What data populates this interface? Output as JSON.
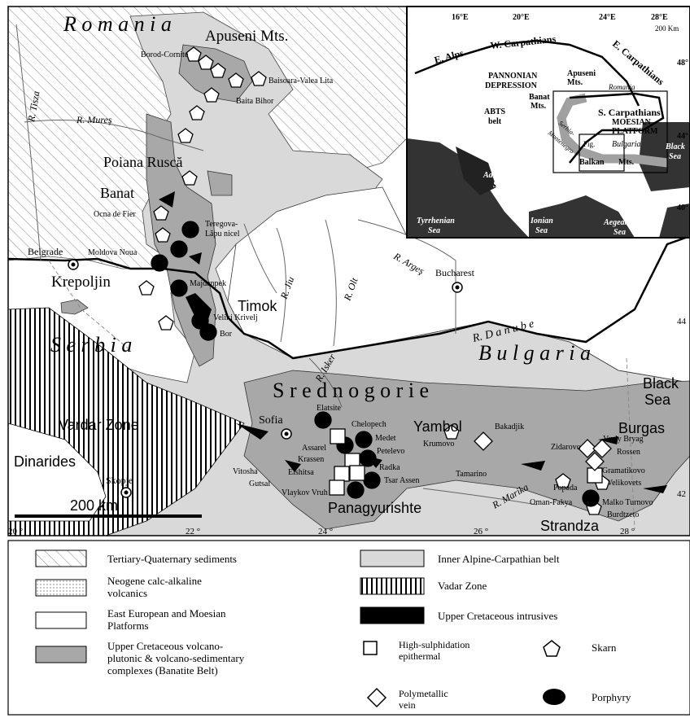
{
  "map": {
    "countries": {
      "romania": "R o m a n i a",
      "serbia": "S e r b i a",
      "bulgaria": "B u l g a r i a"
    },
    "regions": {
      "apuseni": "Apuseni Mts.",
      "poiana_rusca": "Poiana Ruscă",
      "banat": "Banat",
      "krepoljin": "Krepoljin",
      "timok": "Timok",
      "srednogorie": "S r e d n o g o r i e",
      "vardar_zone": "Vardar Zone",
      "dinarides": "Dinarides",
      "yambol": "Yambol",
      "burgas": "Burgas",
      "panagyurishte": "Panagyurishte",
      "strandza": "Strandza",
      "black_sea_1": "Black",
      "black_sea_2": "Sea"
    },
    "rivers": {
      "tisza": "R. Tisza",
      "mures": "R. Mureş",
      "jiu": "R. Jiu",
      "olt": "R. Olt",
      "arges": "R. Argeş",
      "danube": "R.   D a n u b e",
      "isker": "R. Isker",
      "marika": "R. Marika"
    },
    "cities": {
      "belgrade": "Belgrade",
      "bucharest": "Bucharest",
      "sofia": "Sofia",
      "skopje": "Skopje"
    },
    "deposits": {
      "borod": "Borod-Cornite",
      "baisoara": "Baisoara-Valea Lita",
      "baita": "Baita Bihor",
      "ocna": "Ocna de Fier",
      "teregova_1": "Teregova-",
      "teregova_2": "Lăpu nicel",
      "moldova": "Moldova Noua",
      "majdanpek": "Majdanpek",
      "veliki": "Veliki Krivelj",
      "bor": "Bor",
      "elatsite": "Elatsite",
      "chelopech": "Chelopech",
      "medet": "Medet",
      "assarel": "Assarel",
      "petelevo": "Petelevo",
      "krassen": "Krassen",
      "radka": "Radka",
      "vitosha": "Vitosha",
      "elshitsa": "Elshitsa",
      "gutsal": "Gutsal",
      "tsar_assen": "Tsar Assen",
      "vlaykov": "Vlaykov Vruh",
      "bakadjik": "Bakadjik",
      "krumovo": "Krumovo",
      "tamarino": "Tamarino",
      "zidarovo": "Zidarovo",
      "vurly": "Vurly Bryag",
      "rossen": "Rossen",
      "gramatikovo": "Gramatikovo",
      "velikovets": "Velikovets",
      "popada": "Popada",
      "oman": "Oman-Fakya",
      "malko": "Malko Turnovo",
      "burdtzeto": "Burdtzeto"
    },
    "longitudes": [
      "20 °",
      "22 °",
      "24 °",
      "26 °",
      "28 °"
    ],
    "latitudes": [
      "44",
      "42"
    ],
    "scale_bar": "200 km"
  },
  "inset": {
    "longitudes": [
      "16°E",
      "20°E",
      "24°E",
      "28°E"
    ],
    "latitudes": [
      "48°",
      "44°",
      "40°"
    ],
    "scale": "200 Km",
    "labels": {
      "e_alps": "E. Alps",
      "w_carp": "W. Carpathians",
      "e_carp": "E. Carpathians",
      "pannonian_1": "PANNONIAN",
      "pannonian_2": "DEPRESSION",
      "apuseni_1": "Apuseni",
      "apuseni_2": "Mts.",
      "romania": "Romania",
      "banat_1": "Banat",
      "banat_2": "Mts.",
      "abts_1": "ABTS",
      "abts_2": "belt",
      "s_carp": "S. Carpathians",
      "moesian_1": "MOESIAN",
      "moesian_2": "PLATFORM",
      "serbia": "Serbia-",
      "montenegro": "Montenegro",
      "fig": "Fig.",
      "bulgaria": "Bulgaria",
      "balkan": "Balkan",
      "mts": "Mts.",
      "black_1": "Black",
      "black_2": "Sea",
      "adriatic_1": "Adriatic",
      "adriatic_2": "Sea",
      "tyrrhenian_1": "Tyrrhenian",
      "tyrrhenian_2": "Sea",
      "ionian_1": "Ionian",
      "ionian_2": "Sea",
      "aegean_1": "Aegean",
      "aegean_2": "Sea"
    }
  },
  "legend": {
    "tertiary": "Tertiary-Quaternary sediments",
    "neogene_1": "Neogene calc-alkaline",
    "neogene_2": "volcanics",
    "east_1": "East European and Moesian",
    "east_2": "Platforms",
    "upper_1": "Upper Cretaceous volcano-",
    "upper_2": "plutonic & volcano-sedimentary",
    "upper_3": "complexes (Banatite Belt)",
    "inner": "Inner Alpine-Carpathian belt",
    "vadar": "Vadar Zone",
    "intrusives": "Upper Cretaceous intrusives",
    "hs_1": "High-sulphidation",
    "hs_2": "epithermal",
    "skarn": "Skarn",
    "poly_1": "Polymetallic",
    "poly_2": "vein",
    "porphyry": "Porphyry"
  }
}
